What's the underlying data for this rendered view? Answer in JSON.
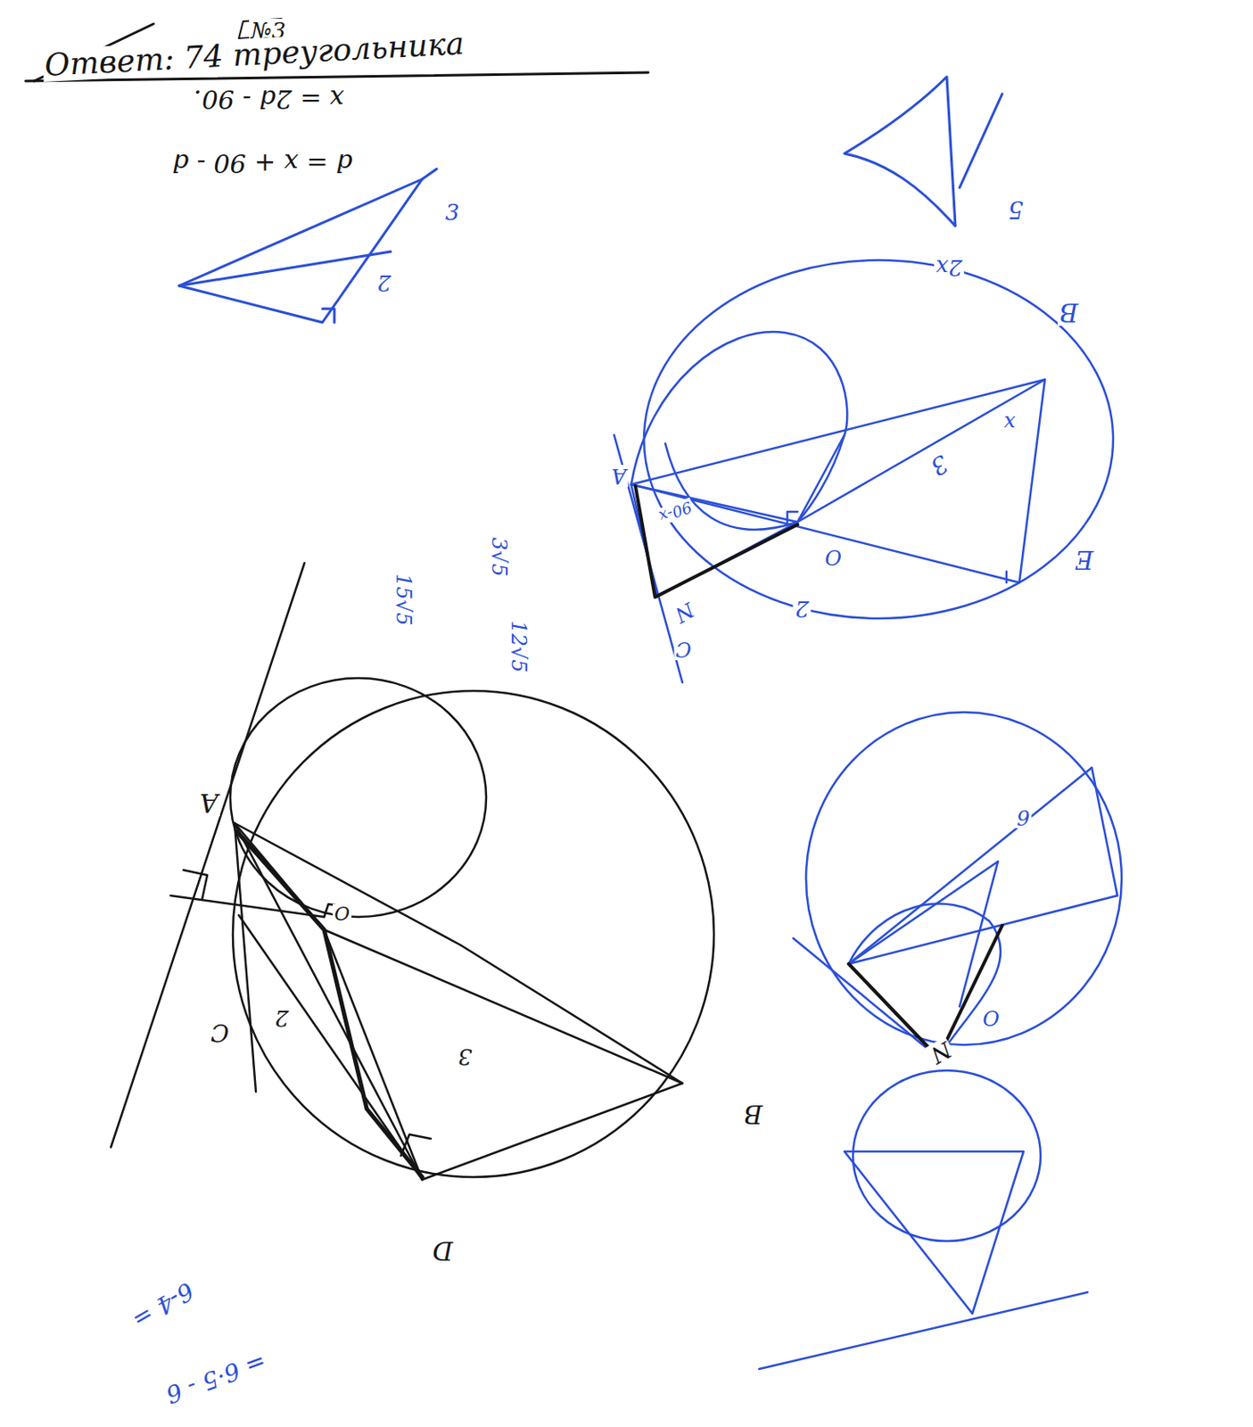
{
  "diagram": {
    "labels": [
      "№3",
      "Ответ: 74 треугольника",
      "x = 2d - 90.",
      "d = x + 90 - d",
      "3",
      "2",
      "3√5",
      "12√5",
      "15√5",
      "2x",
      "5",
      "A",
      "C",
      "2",
      "O",
      "3",
      "B",
      "D",
      "B",
      "E",
      "3",
      "2",
      "O",
      "C",
      "N",
      "A",
      "x",
      "90-x",
      "N",
      "O",
      "6",
      "6-4 =",
      "= 6·5 - 6"
    ]
  }
}
